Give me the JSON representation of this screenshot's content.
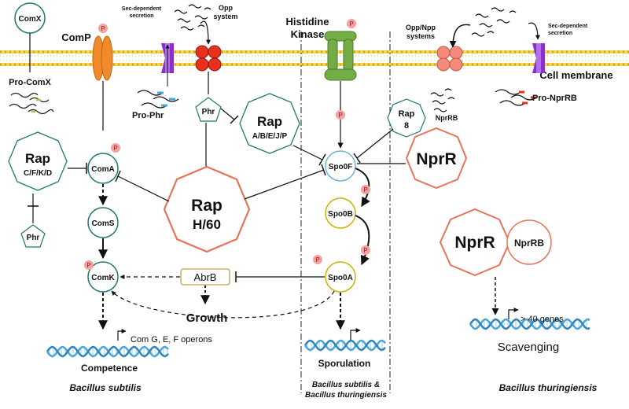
{
  "membrane": {
    "label": "Cell membrane"
  },
  "headers": {
    "histidine_kinase_line1": "Histidine",
    "histidine_kinase_line2": "Kinase",
    "sec_left_1": "Sec-dependent",
    "sec_left_2": "secretion",
    "opp_1": "Opp",
    "opp_2": "system",
    "oppnpp_1": "Opp/Npp",
    "oppnpp_2": "systems",
    "sec_right_1": "Sec-dependent",
    "sec_right_2": "secretion"
  },
  "nodes": {
    "comx": "ComX",
    "pro_comx": "Pro-ComX",
    "comp": "ComP",
    "pro_phr": "Pro-Phr",
    "phr_top": "Phr",
    "rap_abejp_1": "Rap",
    "rap_abejp_2": "A/B/E/J/P",
    "rap_cfkd_1": "Rap",
    "rap_cfkd_2": "C/F/K/D",
    "phr_left": "Phr",
    "coma": "ComA",
    "coms": "ComS",
    "comk": "ComK",
    "abrb": "AbrB",
    "rap_h60_1": "Rap",
    "rap_h60_2": "H/60",
    "spo0f": "Spo0F",
    "spo0b": "Spo0B",
    "spo0a": "Spo0A",
    "rap8_1": "Rap",
    "rap8_2": "8",
    "nprrb_small": "NprRB",
    "nprr_main": "NprR",
    "nprr_lower": "NprR",
    "nprrb_lower": "NprRB",
    "pro_nprrb": "Pro-NprRB",
    "p": "P"
  },
  "outputs": {
    "growth": "Growth",
    "com_operons": "Com G, E, F operons",
    "competence": "Competence",
    "sporulation": "Sporulation",
    "genes": "> 40 genes",
    "scavenging": "Scavenging"
  },
  "species": {
    "bs": "Bacillus subtilis",
    "mid_1": "Bacillus subtilis &",
    "mid_2": "Bacillus thuringiensis",
    "bt": "Bacillus thuringiensis"
  },
  "colors": {
    "teal": "#1f7a6e",
    "salmon": "#e8735a",
    "spo0_yellow": "#c8b400",
    "membrane_yellow": "#f2d34a",
    "comp_orange": "#f08a2a",
    "opp_red": "#e8301f",
    "kinase_green": "#74ad45",
    "sec_purple": "#8a2fc9",
    "p_pink": "#f6a0a0",
    "dna_blue": "#4aa7d8"
  }
}
